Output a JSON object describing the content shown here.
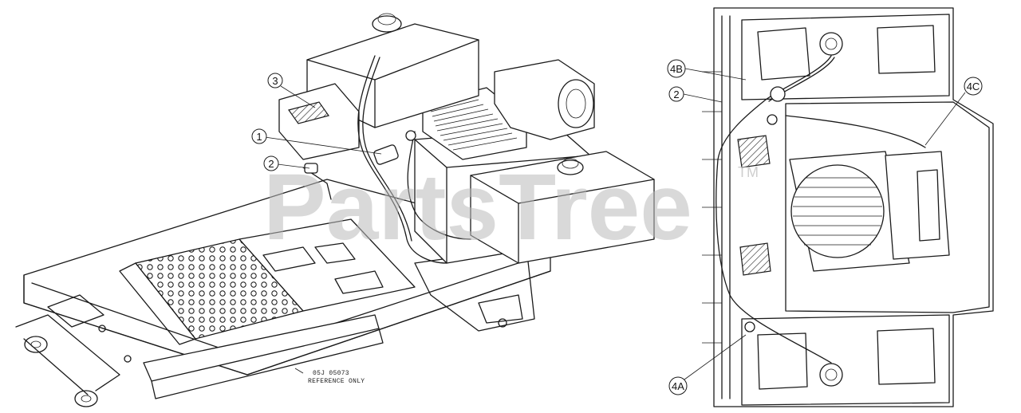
{
  "watermark": {
    "text": "PartsTree",
    "tm": "TM"
  },
  "reference_note": {
    "line1": "05J 05073",
    "line2": "REFERENCE ONLY"
  },
  "callouts": {
    "c1": "1",
    "c2a": "2",
    "c3": "3",
    "c4b": "4B",
    "c2b": "2",
    "c4c": "4C",
    "c4a": "4A"
  }
}
